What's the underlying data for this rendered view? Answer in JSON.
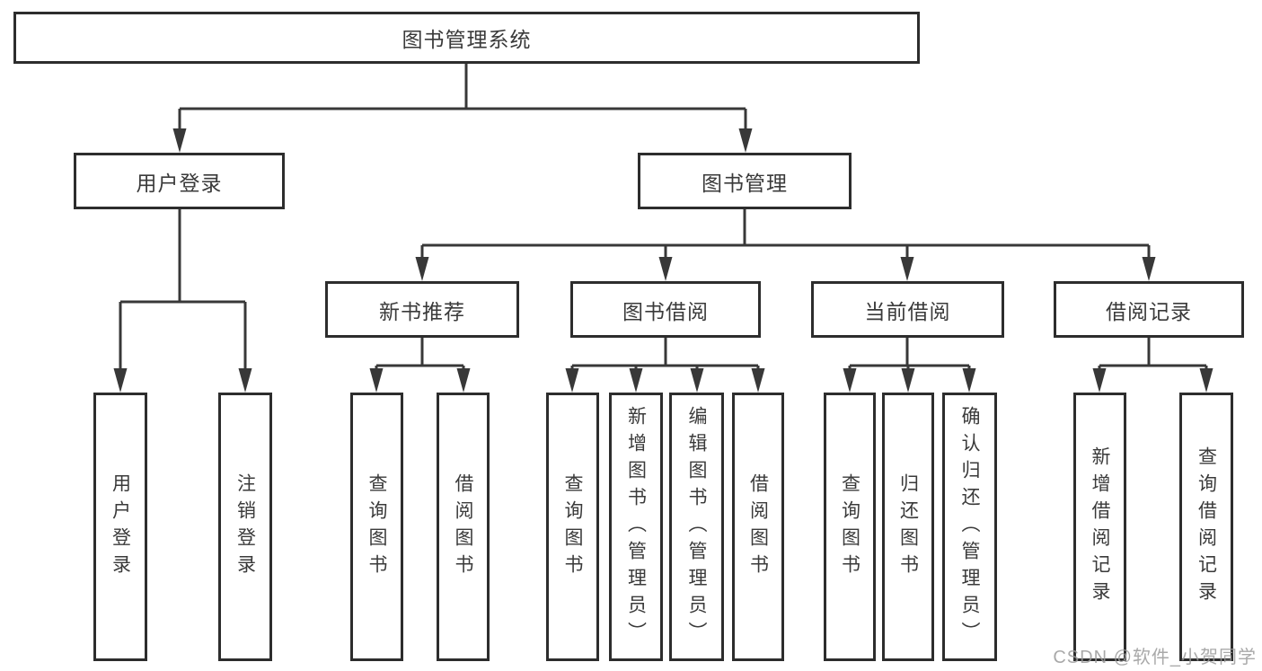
{
  "colors": {
    "line": "#383838",
    "box_border": "#2d2d2d",
    "text": "#3a3a3a",
    "background": "#ffffff",
    "watermark": "#9a9a9a"
  },
  "watermark": {
    "text": "CSDN @软件_小贺同学"
  },
  "tree": {
    "label": "图书管理系统",
    "children": [
      {
        "label": "用户登录",
        "children": [
          {
            "label": "用户登录"
          },
          {
            "label": "注销登录"
          }
        ]
      },
      {
        "label": "图书管理",
        "children": [
          {
            "label": "新书推荐",
            "children": [
              {
                "label": "查询图书"
              },
              {
                "label": "借阅图书"
              }
            ]
          },
          {
            "label": "图书借阅",
            "children": [
              {
                "label": "查询图书"
              },
              {
                "label": "新增图书（管理员）"
              },
              {
                "label": "编辑图书（管理员）"
              },
              {
                "label": "借阅图书"
              }
            ]
          },
          {
            "label": "当前借阅",
            "children": [
              {
                "label": "查询图书"
              },
              {
                "label": "归还图书"
              },
              {
                "label": "确认归还（管理员）"
              }
            ]
          },
          {
            "label": "借阅记录",
            "children": [
              {
                "label": "新增借阅记录"
              },
              {
                "label": "查询借阅记录"
              }
            ]
          }
        ]
      }
    ]
  }
}
